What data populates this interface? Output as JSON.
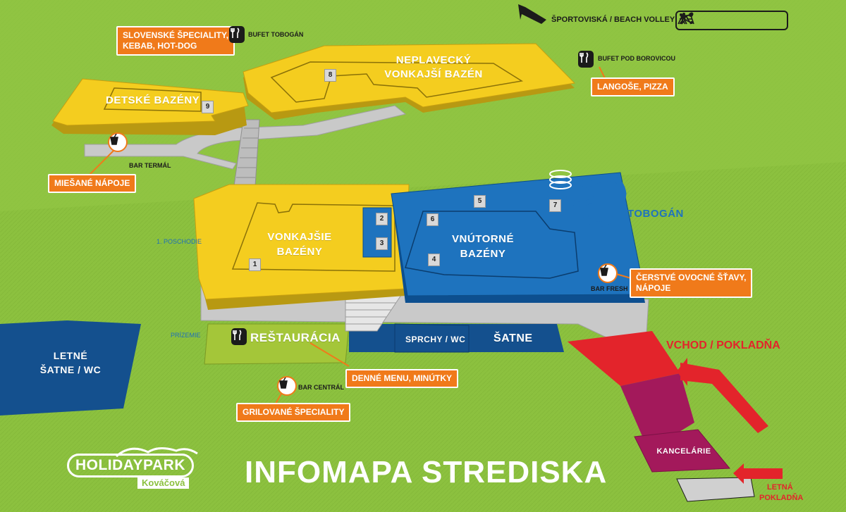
{
  "map": {
    "title": "INFOMAPA STREDISKA",
    "logo": {
      "main": "HOLIDAYPARK",
      "sub": "Kováčová"
    },
    "colors": {
      "background": "#8cc13f",
      "outdoor": "#f4cd1f",
      "indoor": "#1e73be",
      "dark_blue": "#14508e",
      "entrance": "#e3242b",
      "office": "#a3195b",
      "callout": "#f07a1a",
      "walkway": "#c9c9c9",
      "restaurant": "#a4c639"
    },
    "direction_sign": {
      "label": "ŠPORTOVISKÁ / BEACH VOLLEY",
      "icons": [
        "tennis-icon",
        "volleyball-icon",
        "football-icon",
        "playground-icon"
      ]
    },
    "zones": {
      "children_pools": "DETSKÉ BAZÉNY",
      "non_swimmer_pool_line1": "NEPLAVECKÝ",
      "non_swimmer_pool_line2": "VONKAJŠÍ BAZÉN",
      "outdoor_pools_line1": "VONKAJŠIE",
      "outdoor_pools_line2": "BAZÉNY",
      "indoor_pools_line1": "VNÚTORNÉ",
      "indoor_pools_line2": "BAZÉNY",
      "restaurant": "REŠTAURÁCIA",
      "showers": "SPRCHY / WC",
      "changing_rooms": "ŠATNE",
      "summer_changing_line1": "LETNÉ",
      "summer_changing_line2": "ŠATNE / WC",
      "offices": "KANCELÁRIE",
      "slide": "TOBOGÁN"
    },
    "labels": {
      "entrance": "VCHOD / POKLADŇA",
      "summer_ticket_line1": "LETNÁ",
      "summer_ticket_line2": "POKLADŇA",
      "floor_upper": "1. POSCHODIE",
      "floor_ground": "PRÍZEMIE",
      "bufet_toboggan": "BUFET TOBOGÁN",
      "bufet_pine": "BUFET POD BOROVICOU",
      "bar_thermal": "BAR TERMÁL",
      "bar_fresh": "BAR FRESH",
      "bar_central": "BAR CENTRÁL"
    },
    "callouts": {
      "slovak_line1": "SLOVENSKÉ ŠPECIALITY,",
      "slovak_line2": "KEBAB, HOT-DOG",
      "langose": "LANGOŠE, PIZZA",
      "mixed_drinks": "MIEŠANÉ NÁPOJE",
      "fresh_line1": "ČERSTVÉ OVOCNÉ ŠŤAVY,",
      "fresh_line2": "NÁPOJE",
      "daily_menu": "DENNÉ MENU, MINÚTKY",
      "grill": "GRILOVANÉ ŠPECIALITY"
    },
    "numbers": [
      "1",
      "2",
      "3",
      "4",
      "5",
      "6",
      "7",
      "8",
      "9"
    ]
  }
}
